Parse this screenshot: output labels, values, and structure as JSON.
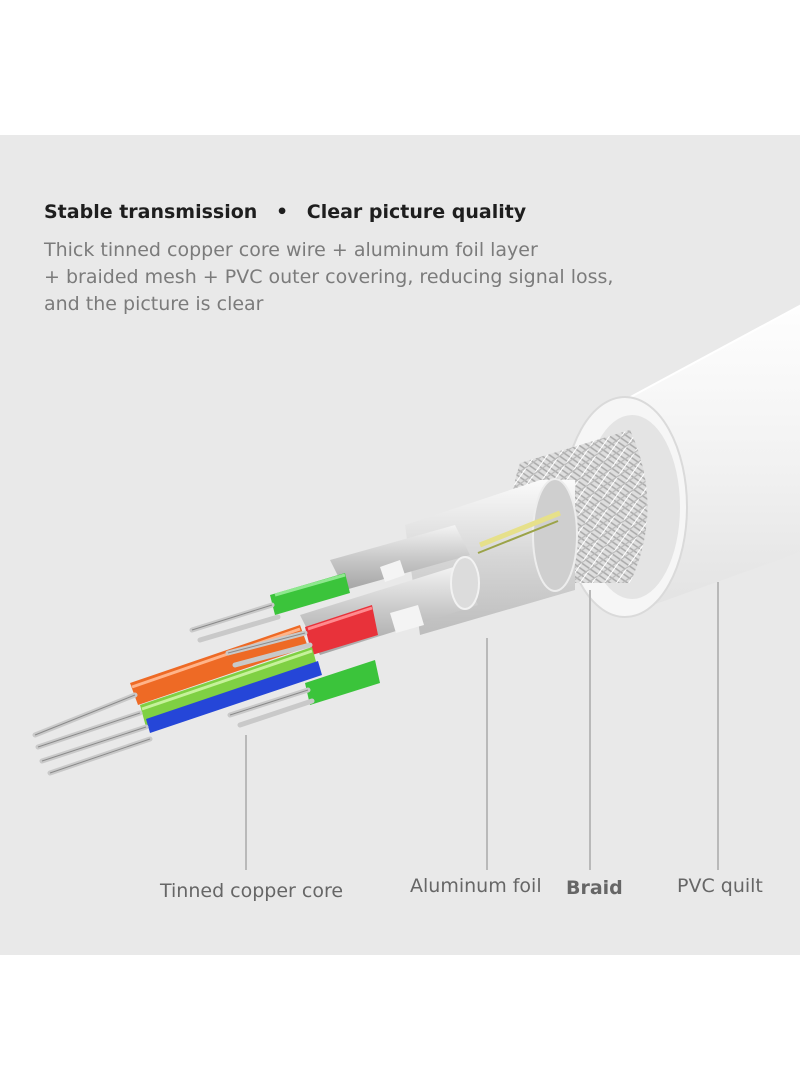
{
  "header": {
    "title_left": "Stable transmission",
    "separator": "•",
    "title_right": "Clear picture quality"
  },
  "description": {
    "line1": "Thick tinned copper core wire + aluminum foil layer",
    "line2": "+ braided mesh + PVC outer covering, reducing signal loss,",
    "line3": "and the picture is clear"
  },
  "callouts": {
    "copper": "Tinned copper core",
    "foil": "Aluminum foil",
    "braid": "Braid",
    "pvc": "PVC quilt"
  },
  "colors": {
    "panel_bg": "#e9e9e9",
    "wire_green": "#3bc43b",
    "wire_red": "#e8323a",
    "wire_orange": "#ee6a25",
    "wire_blue": "#2546d8",
    "pvc_white": "#f7f7f7"
  }
}
